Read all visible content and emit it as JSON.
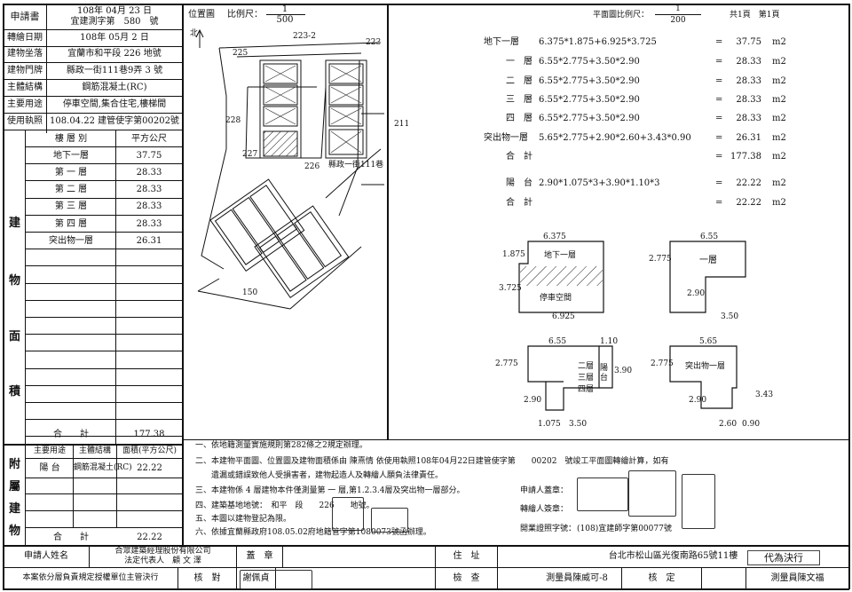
{
  "header": {
    "apply_label": "申請書",
    "apply_date": "108年 04月 23 日",
    "survey_no": "宜建測字第　580　號",
    "rows": [
      {
        "label": "轉繪日期",
        "value": "108年 05月 2 日"
      },
      {
        "label": "建物坐落",
        "value": "宜蘭市和平段 226 地號"
      },
      {
        "label": "建物門牌",
        "value": "縣政一街111巷9弄 3 號"
      },
      {
        "label": "主體結構",
        "value": "鋼筋混凝土(RC)"
      },
      {
        "label": "主要用途",
        "value": "停車空間,集合住宅,樓梯間"
      },
      {
        "label": "使用執照",
        "value": "108.04.22 建管使字第00202號"
      }
    ]
  },
  "area_table": {
    "side_title": [
      "建",
      "物",
      "面",
      "積"
    ],
    "col_floor": "樓 層 別",
    "col_area": "平方公尺",
    "rows": [
      {
        "floor": "地下一層",
        "area": "37.75"
      },
      {
        "floor": "第 一 層",
        "area": "28.33"
      },
      {
        "floor": "第 二 層",
        "area": "28.33"
      },
      {
        "floor": "第 三 層",
        "area": "28.33"
      },
      {
        "floor": "第 四 層",
        "area": "28.33"
      },
      {
        "floor": "突出物一層",
        "area": "26.31"
      }
    ],
    "total_label": "合　　計",
    "total": "177.38"
  },
  "annex": {
    "side_title": [
      "附",
      "屬",
      "建",
      "物"
    ],
    "col_use": "主要用途",
    "col_struct": "主體結構",
    "col_area": "面積(平方公尺)",
    "row": {
      "use": "陽 台",
      "struct": "鋼筋混凝土(RC)",
      "area": "22.22"
    },
    "total_label": "合　　計",
    "total": "22.22"
  },
  "site_plan": {
    "label": "位置圖",
    "scale_label": "比例尺：",
    "scale_num": "1",
    "scale_den": "500",
    "north": "北",
    "parcels": [
      "223-2",
      "223",
      "225",
      "228",
      "211",
      "227",
      "226",
      "150"
    ],
    "road_label": "縣政一街111巷"
  },
  "floor_plan": {
    "scale_label": "平面圖比例尺：",
    "scale_num": "1",
    "scale_den": "200",
    "page_info": "共1頁　第1頁",
    "calc": [
      {
        "floor": "地下一層",
        "formula": "6.375*1.875+6.925*3.725",
        "eq": "=",
        "value": "37.75",
        "unit": "m2"
      },
      {
        "floor": "一　層",
        "formula": "6.55*2.775+3.50*2.90",
        "eq": "=",
        "value": "28.33",
        "unit": "m2"
      },
      {
        "floor": "二　層",
        "formula": "6.55*2.775+3.50*2.90",
        "eq": "=",
        "value": "28.33",
        "unit": "m2"
      },
      {
        "floor": "三　層",
        "formula": "6.55*2.775+3.50*2.90",
        "eq": "=",
        "value": "28.33",
        "unit": "m2"
      },
      {
        "floor": "四　層",
        "formula": "6.55*2.775+3.50*2.90",
        "eq": "=",
        "value": "28.33",
        "unit": "m2"
      },
      {
        "floor": "突出物一層",
        "formula": "5.65*2.775+2.90*2.60+3.43*0.90",
        "eq": "=",
        "value": "26.31",
        "unit": "m2"
      }
    ],
    "total_label": "合　計",
    "total": "177.38",
    "balcony": {
      "floor": "陽　台",
      "formula": "2.90*1.075*3+3.90*1.10*3",
      "eq": "=",
      "value": "22.22",
      "unit": "m2"
    },
    "balcony_total": "22.22",
    "unit": "m2",
    "eq": "=",
    "diagrams": {
      "b1": {
        "title": "地下一層",
        "sub": "停車空間",
        "d1": "6.375",
        "d2": "1.875",
        "d3": "3.725",
        "d4": "6.925"
      },
      "f1": {
        "title": "一層",
        "d1": "6.55",
        "d2": "2.775",
        "d3": "2.90",
        "d4": "3.50"
      },
      "f234": {
        "t2": "二層",
        "t3": "三層",
        "t4": "四層",
        "bal": "陽台",
        "d1": "6.55",
        "d2": "1.10",
        "d3": "2.775",
        "d4": "3.90",
        "d5": "2.90",
        "d6": "1.075",
        "d7": "3.50"
      },
      "roof": {
        "title": "突出物一層",
        "d1": "5.65",
        "d2": "2.775",
        "d3": "2.90",
        "d4": "3.43",
        "d5": "2.60",
        "d6": "0.90"
      }
    }
  },
  "notes": [
    "一、依地籍測量實施規則第282條之2規定辦理。",
    "二、本建物平面圖、位置圖及建物面積係由 陳熹情 依使用執照108年04月22日建管使字第　　00202　號竣工平面圖轉繪計算，如有",
    "　　遺漏或錯誤致他人受損害者，建物起造人及轉繪人願負法律責任。",
    "三、本建物係 4 層建物本件僅測量第 一 層,第1.2.3.4層及突出物一層部分。",
    "四、建築基地地號：　和平　段　　226　　地號。",
    "五、本圖以建物登記為限。",
    "六、依據宜蘭縣政府108.05.02府地籍管字第1080073號函辦理。"
  ],
  "sign": {
    "applicant_seal": "申請人蓋章：",
    "drafter_seal": "轉繪人簽章：",
    "license": "開業證照字號：",
    "license_no": "(108)宜建師字第00077號"
  },
  "footer": {
    "applicant_label": "申請人姓名",
    "applicant_name1": "合眾建築經理股份有限公司",
    "applicant_name2": "法定代表人　顧 文 澤",
    "seal_label": "蓋　章",
    "address_label": "住　址",
    "address": "台北市松山區光復南路65號11樓",
    "note_label": "本案依分層負責規定授權單位主管決行",
    "check_label": "核　對",
    "checker": "謝佩貞",
    "inspect_label": "檢　查",
    "surveyor": "測量員陳威可-8",
    "approve_label": "核　定",
    "approver": "測量員陳文福",
    "stamp_proxy": "代為決行"
  }
}
